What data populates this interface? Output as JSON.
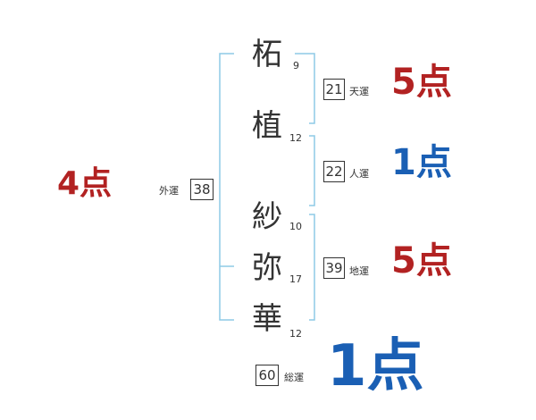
{
  "name": {
    "chars": [
      {
        "char": "柘",
        "strokes": "9"
      },
      {
        "char": "植",
        "strokes": "12"
      },
      {
        "char": "紗",
        "strokes": "10"
      },
      {
        "char": "弥",
        "strokes": "17"
      },
      {
        "char": "華",
        "strokes": "12"
      }
    ]
  },
  "fortunes": {
    "tenkaku": {
      "value": "21",
      "label": "天運",
      "score": "5点"
    },
    "jinkaku": {
      "value": "22",
      "label": "人運",
      "score": "1点"
    },
    "chikaku": {
      "value": "39",
      "label": "地運",
      "score": "5点"
    },
    "gaikaku": {
      "value": "38",
      "label": "外運",
      "score": "4点"
    },
    "soukaku": {
      "value": "60",
      "label": "総運",
      "score": "1点"
    }
  },
  "colors": {
    "score_high": "#b22222",
    "score_low": "#1a5fb4",
    "bracket": "#8ecae6",
    "text": "#333333"
  }
}
